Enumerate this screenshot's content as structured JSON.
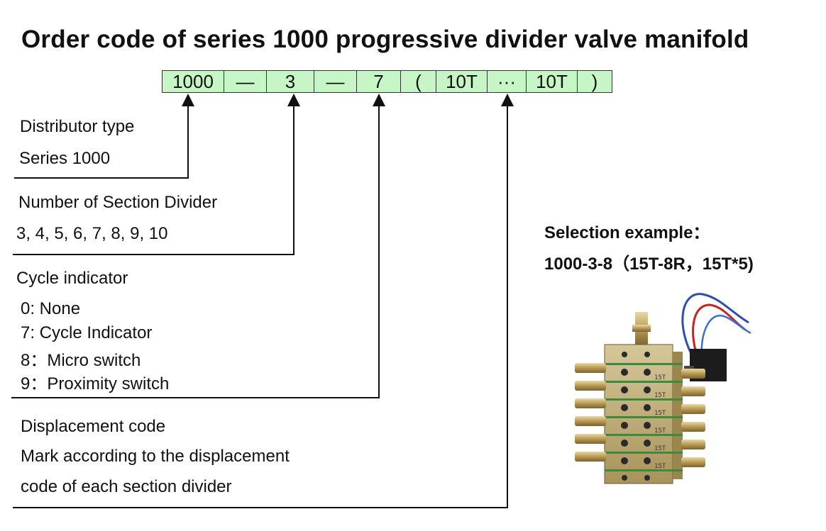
{
  "title": "Order code of series 1000 progressive divider valve manifold",
  "code_cells": [
    "1000",
    "—",
    "3",
    "—",
    "7",
    "(",
    "10T",
    "···",
    "10T",
    ")"
  ],
  "sections": {
    "distributor": {
      "heading": "Distributor type",
      "value": "Series 1000"
    },
    "sections_count": {
      "heading": "Number of Section Divider",
      "value": "3, 4, 5, 6, 7, 8, 9, 10"
    },
    "cycle": {
      "heading": "Cycle indicator",
      "options": [
        "0:  None",
        "7:  Cycle Indicator",
        "8：Micro switch",
        "9：Proximity switch"
      ]
    },
    "displacement": {
      "heading": "Displacement code",
      "line1": "Mark according to the displacement",
      "line2": "code of each section divider"
    }
  },
  "example": {
    "label": "Selection example：",
    "code": "1000-3-8（15T-8R，15T*5)"
  },
  "product_labels": [
    "15T",
    "15T",
    "15T",
    "15T",
    "15T",
    "15T"
  ],
  "colors": {
    "code_cell_bg": "#c6f6c6",
    "line": "#111111"
  }
}
